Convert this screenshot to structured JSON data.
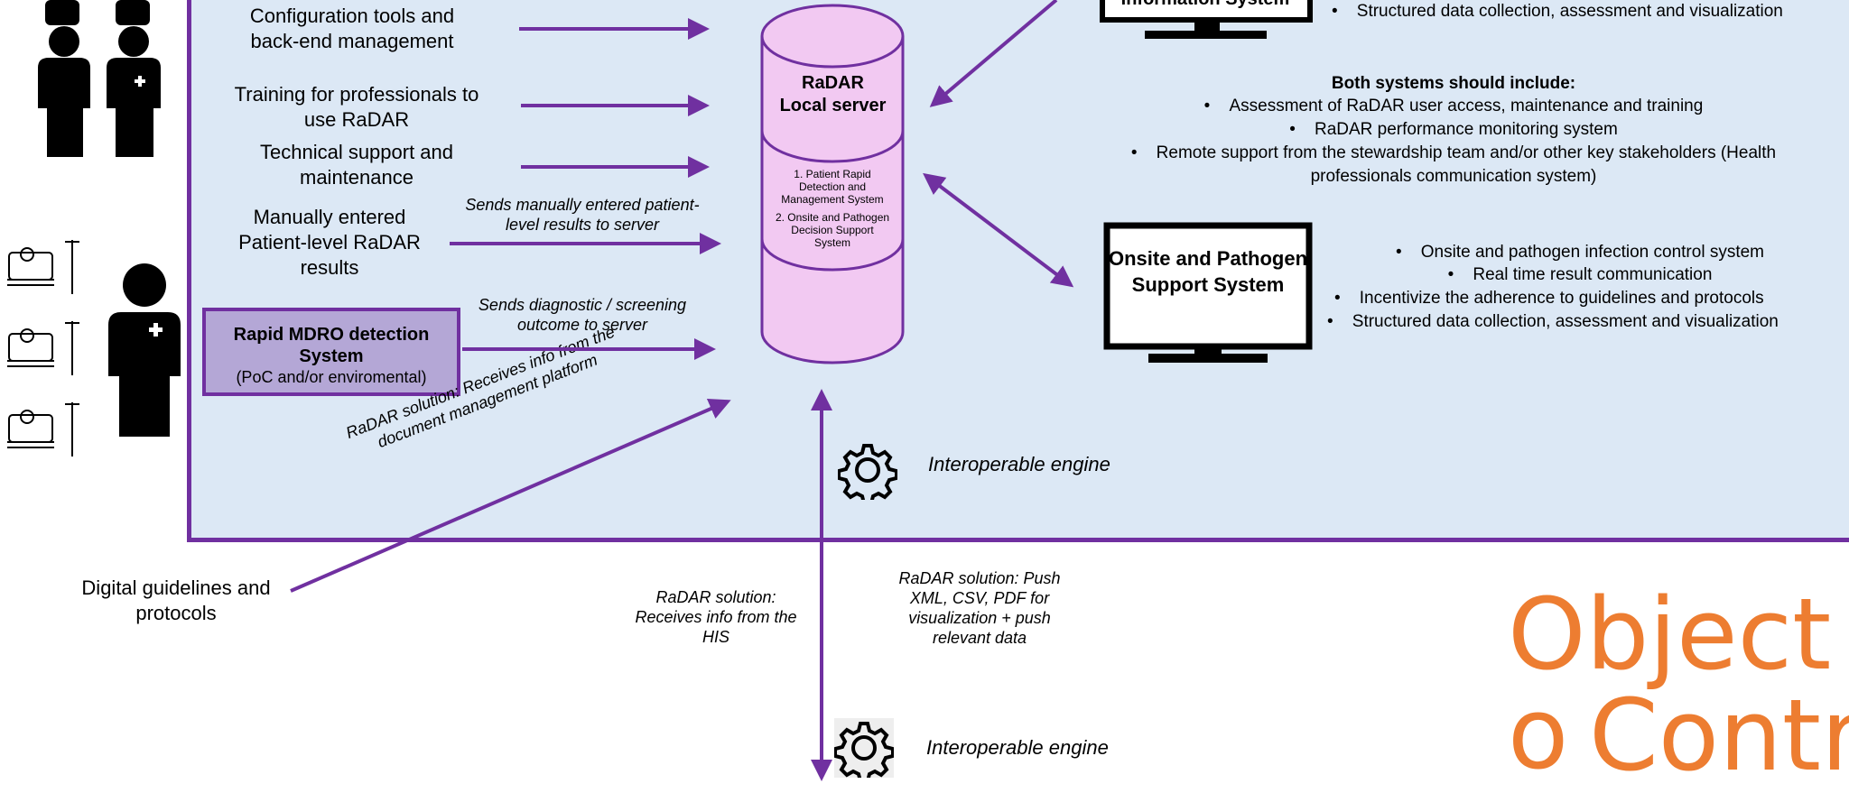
{
  "colors": {
    "accent": "#7030a0",
    "panel": "#dce8f5",
    "cylinder": "#f2c9f2",
    "orange": "#ed7d31"
  },
  "left_labels": {
    "config": "Configuration tools and back-end management",
    "training": "Training for professionals to use RaDAR",
    "support": "Technical support and maintenance",
    "manual": "Manually entered Patient-level RaDAR results"
  },
  "mdro": {
    "title": "Rapid MDRO detection System",
    "subtitle": "(PoC and/or enviromental)"
  },
  "arrow_notes": {
    "manual": "Sends manually entered patient-level results to server",
    "diagnostic": "Sends diagnostic / screening outcome to server",
    "document": "RaDAR solution: Receives info from the document management platform",
    "his": "RaDAR solution: Receives info from the HIS",
    "push": "RaDAR solution: Push XML, CSV, PDF for visualization + push relevant data"
  },
  "server": {
    "title": "RaDAR Local server",
    "items": [
      "1. Patient Rapid Detection and Management System",
      "2. Onsite and Pathogen Decision Support System"
    ]
  },
  "top_monitor": {
    "label": "Information System",
    "bullet": "Structured data collection, assessment and visualization"
  },
  "both_systems": {
    "heading": "Both systems should include:",
    "items": [
      "Assessment of RaDAR user access, maintenance and training",
      "RaDAR performance monitoring system",
      "Remote support from the stewardship team and/or other key stakeholders (Health professionals communication system)"
    ]
  },
  "onsite_monitor": {
    "label": "Onsite and Pathogen Support System",
    "bullets": [
      "Onsite and pathogen infection control system",
      "Real time result communication",
      "Incentivize the adherence to guidelines and protocols",
      "Structured data collection, assessment and visualization"
    ]
  },
  "engines": {
    "upper": "Interoperable engine",
    "lower": "Interoperable engine"
  },
  "guidelines": "Digital guidelines and protocols",
  "watermark": {
    "line1": "Object o",
    "line2": "Contro"
  },
  "icons": [
    "person-icon",
    "nurse-icon",
    "hospital-bed-icon",
    "gear-icon",
    "monitor-icon"
  ]
}
